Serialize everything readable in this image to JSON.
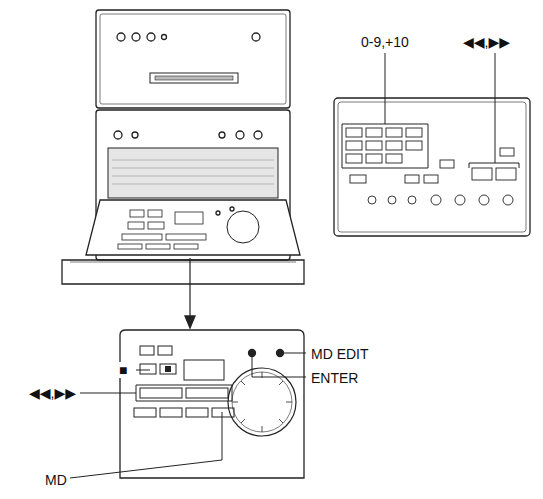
{
  "diagram": {
    "labels": [
      "0-9,+10",
      "◀◀,▶▶",
      "■",
      "MD EDIT",
      "ENTER",
      "◀◀,▶▶",
      "MD"
    ]
  }
}
